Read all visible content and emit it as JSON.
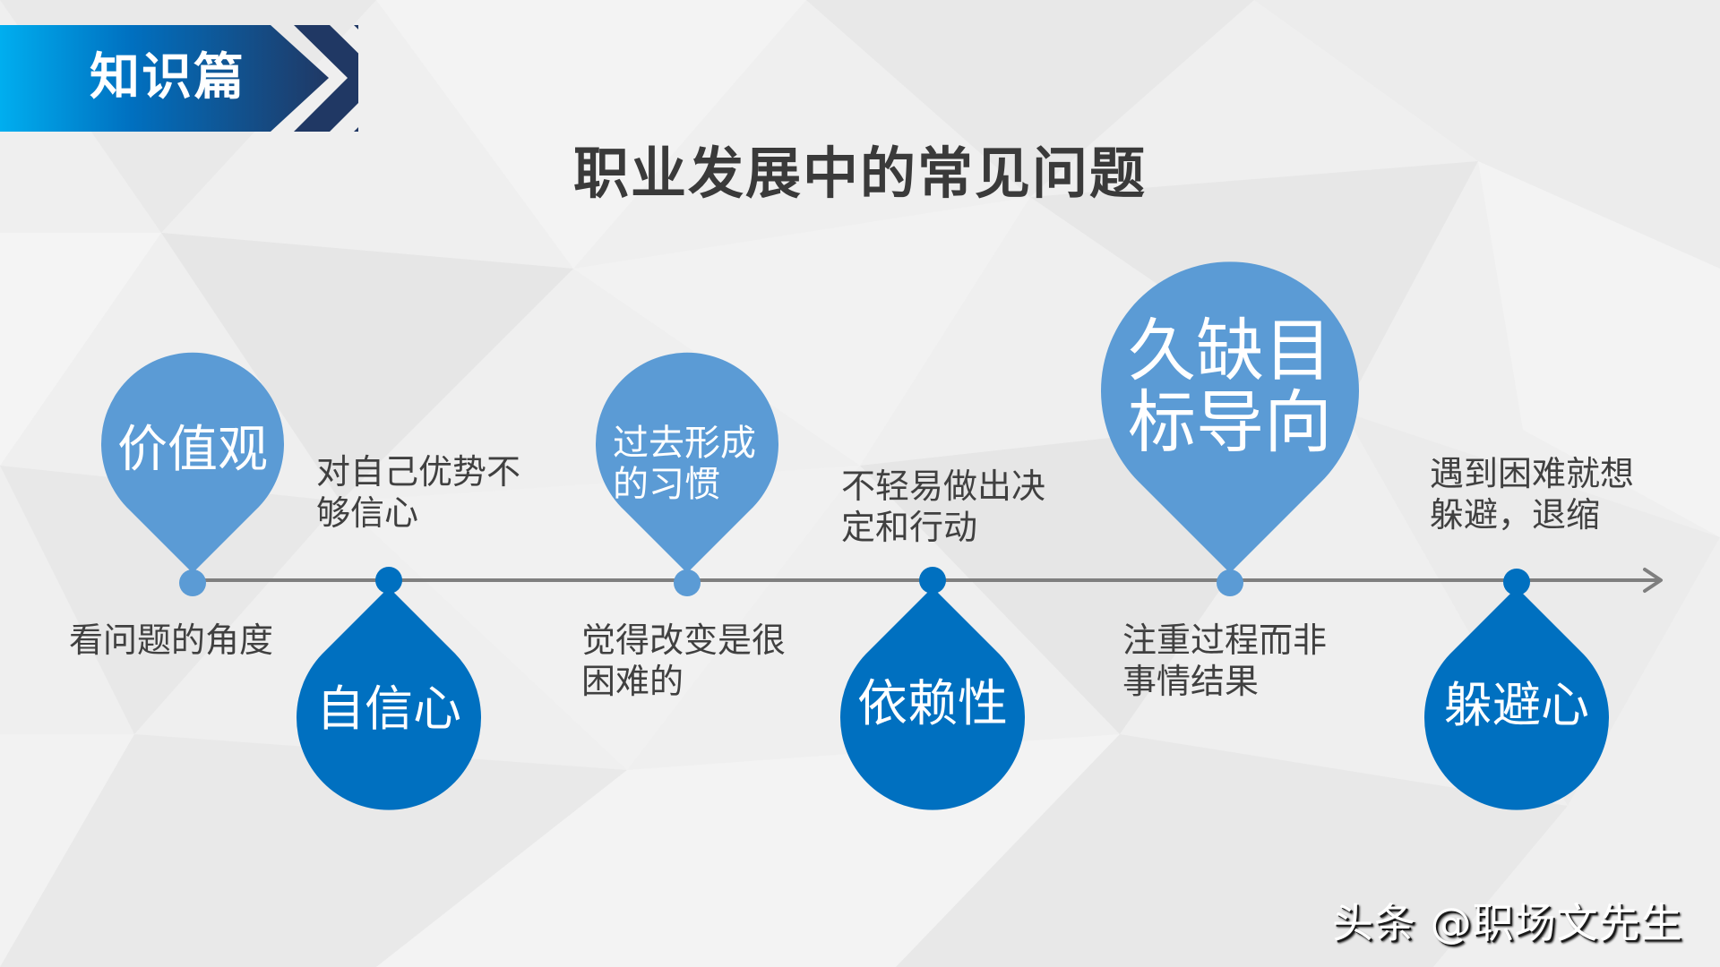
{
  "section_tag": "知识篇",
  "title": "职业发展中的常见问题",
  "colors": {
    "light_blue": "#5b9bd5",
    "dark_blue": "#0070c0",
    "timeline": "#7f7f7f",
    "text": "#404040",
    "banner_start": "#00aeef",
    "banner_end": "#203864"
  },
  "timeline": {
    "items": [
      {
        "label": "价值观",
        "description": "看问题的角度",
        "position": "above",
        "color": "light_blue"
      },
      {
        "label": "自信心",
        "description": "对自己优势不够信心",
        "description_lines": [
          "对自己优势不",
          "够信心"
        ],
        "position": "below",
        "color": "dark_blue"
      },
      {
        "label_lines": [
          "过去形成",
          "的习惯"
        ],
        "description_lines": [
          "觉得改变是很",
          "困难的"
        ],
        "position": "above",
        "color": "light_blue"
      },
      {
        "label": "依赖性",
        "description_lines": [
          "不轻易做出决",
          "定和行动"
        ],
        "position": "below",
        "color": "dark_blue"
      },
      {
        "label_lines": [
          "久缺目",
          "标导向"
        ],
        "description_lines": [
          "注重过程而非",
          "事情结果"
        ],
        "position": "above",
        "color": "light_blue"
      },
      {
        "label": "躲避心",
        "description_lines": [
          "遇到困难就想",
          "躲避，退缩"
        ],
        "position": "below",
        "color": "dark_blue"
      }
    ]
  },
  "watermark": "头条 @职场文先生"
}
